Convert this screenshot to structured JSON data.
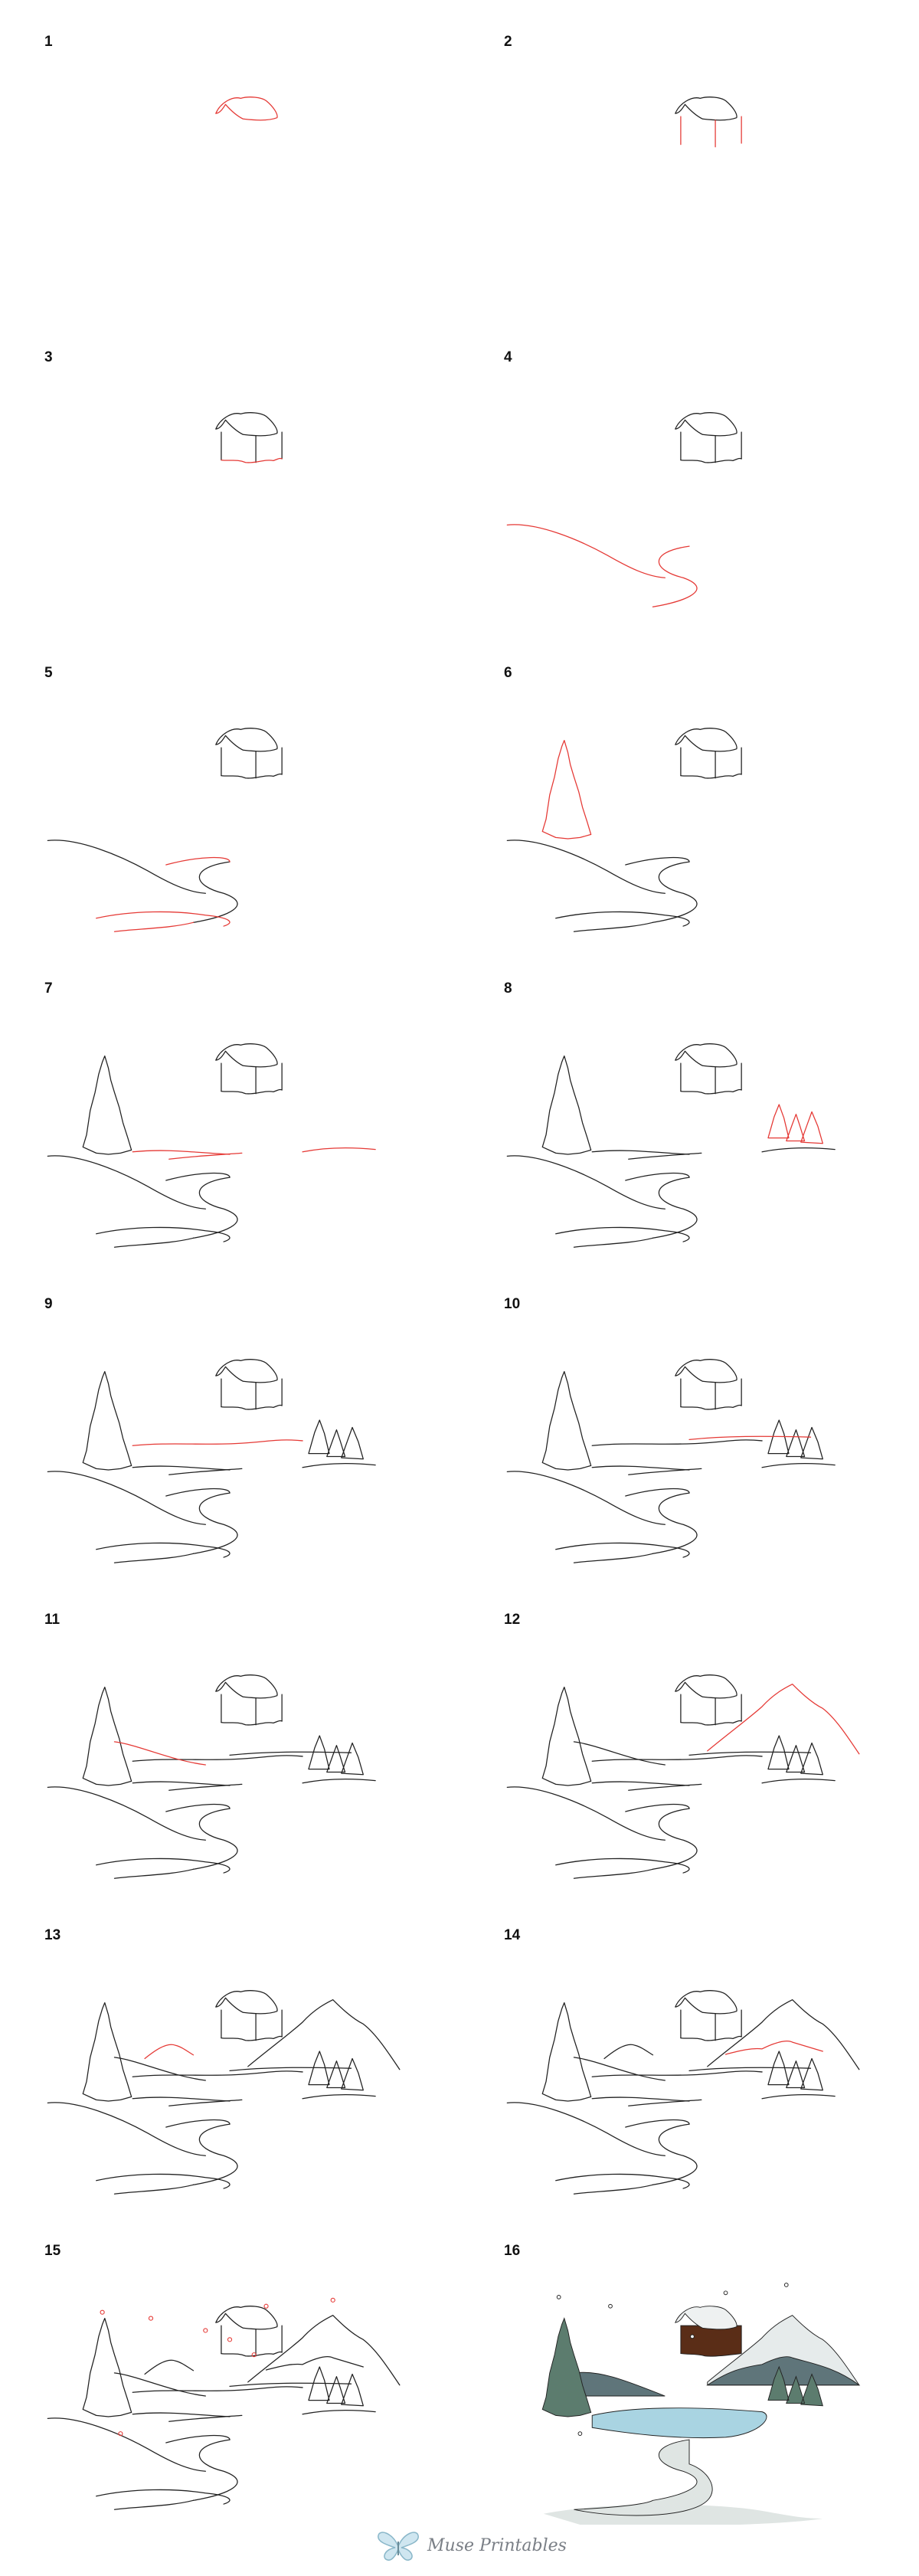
{
  "steps": [
    {
      "number": "1"
    },
    {
      "number": "2"
    },
    {
      "number": "3"
    },
    {
      "number": "4"
    },
    {
      "number": "5"
    },
    {
      "number": "6"
    },
    {
      "number": "7"
    },
    {
      "number": "8"
    },
    {
      "number": "9"
    },
    {
      "number": "10"
    },
    {
      "number": "11"
    },
    {
      "number": "12"
    },
    {
      "number": "13"
    },
    {
      "number": "14"
    },
    {
      "number": "15"
    },
    {
      "number": "16"
    }
  ],
  "footer": {
    "brand": "Muse Printables",
    "logo_icon": "butterfly-icon"
  },
  "colors": {
    "line": "#222222",
    "highlight": "#e53935",
    "mountain_dark": "#5f757a",
    "mountain_snow": "#e6ebeb",
    "tree": "#5c7c6e",
    "lake": "#a9d4e2",
    "snow_ground": "#dfe5e3",
    "cabin": "#5a2d17",
    "roof_snow": "#eef1f1"
  }
}
